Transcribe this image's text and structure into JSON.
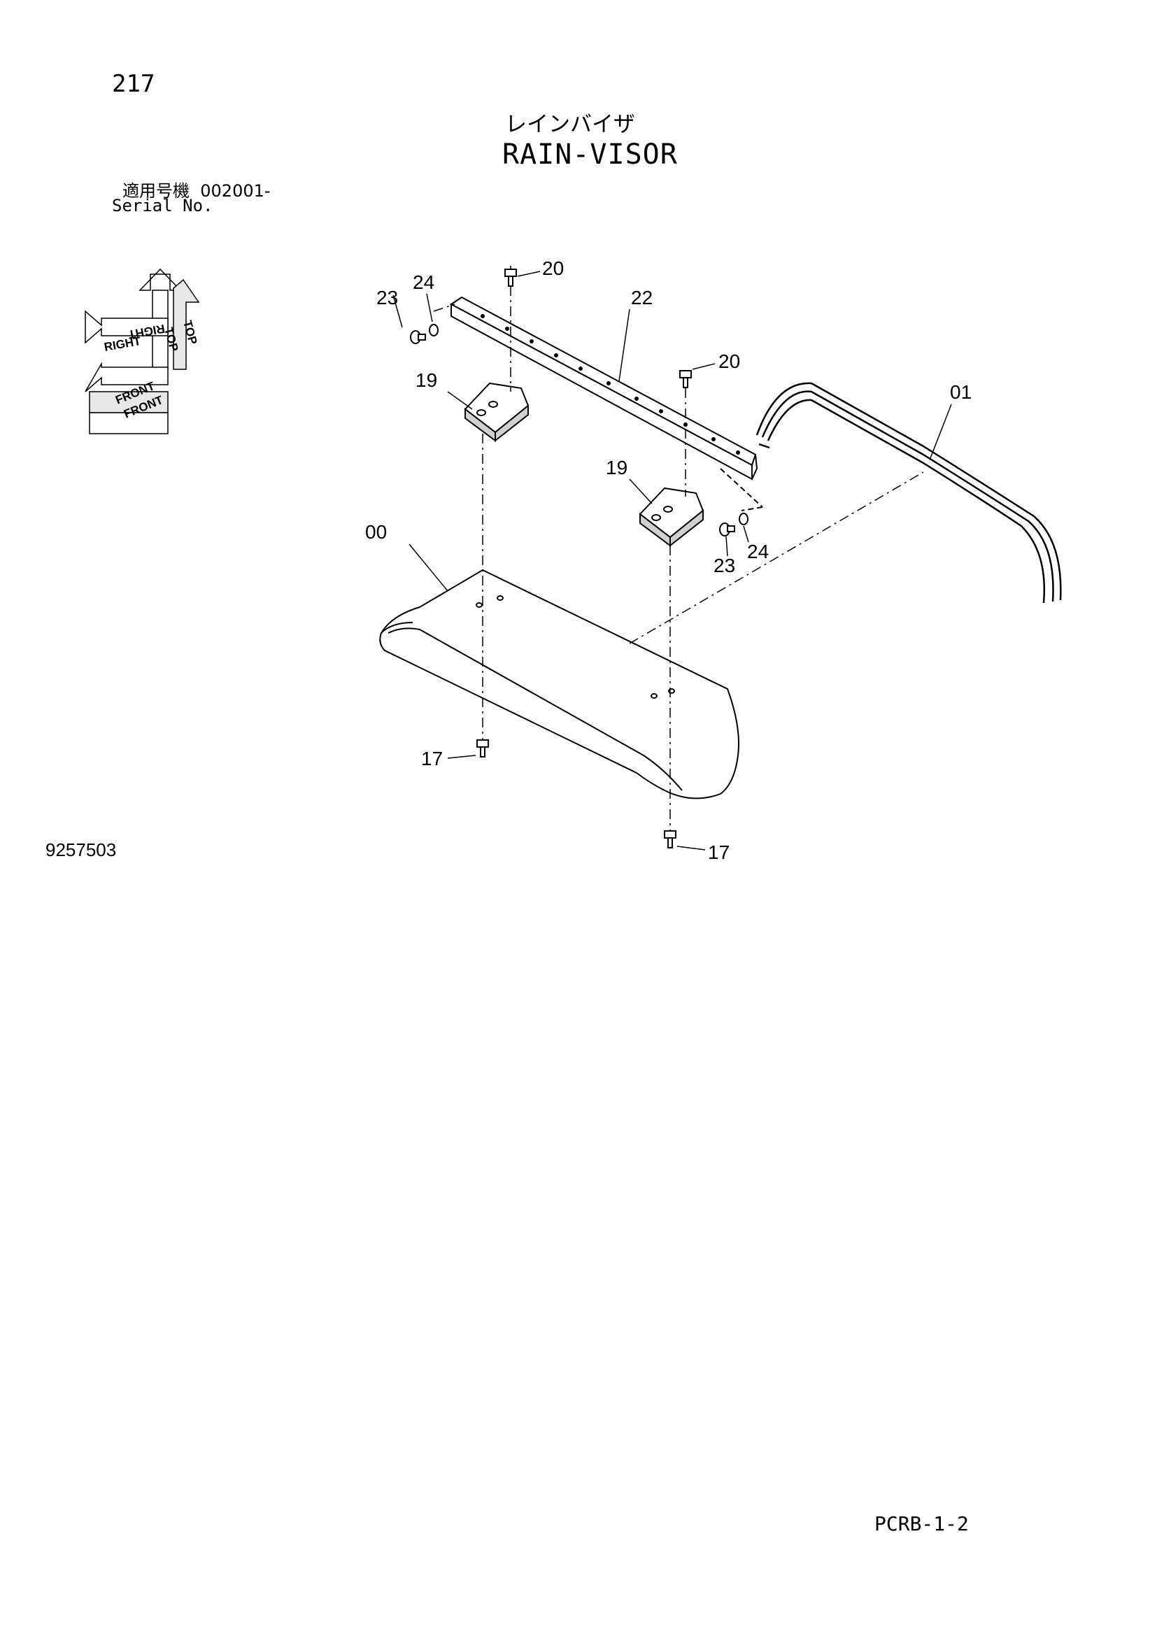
{
  "header": {
    "page_number": "217",
    "title_jp": "レインバイザ",
    "title_en": "RAIN-VISOR"
  },
  "serial": {
    "label_jp": "適用号機",
    "range": "002001-",
    "label_en": "Serial No."
  },
  "orientation": {
    "top": "TOP",
    "right": "RIGHT",
    "front": "FRONT"
  },
  "callouts": {
    "c00": "00",
    "c01": "01",
    "c17a": "17",
    "c17b": "17",
    "c19a": "19",
    "c19b": "19",
    "c20a": "20",
    "c20b": "20",
    "c22": "22",
    "c23a": "23",
    "c23b": "23",
    "c24a": "24",
    "c24b": "24"
  },
  "footer": {
    "drawing_number": "9257503",
    "page_code": "PCRB-1-2"
  }
}
